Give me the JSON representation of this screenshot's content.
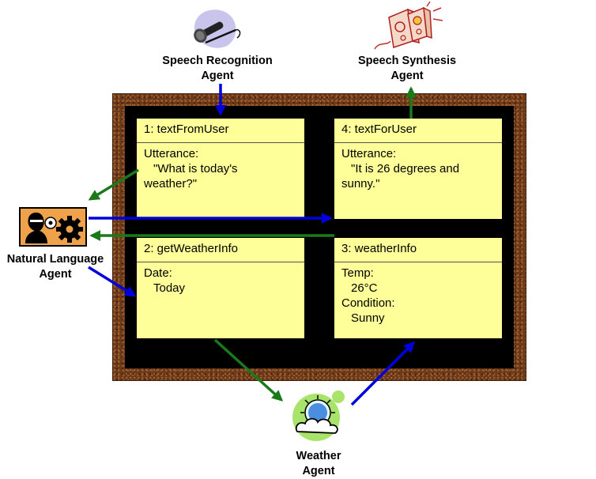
{
  "agents": {
    "speech_recognition": {
      "line1": "Speech Recognition",
      "line2": "Agent"
    },
    "speech_synthesis": {
      "line1": "Speech Synthesis",
      "line2": "Agent"
    },
    "natural_language": {
      "line1": "Natural Language",
      "line2": "Agent"
    },
    "weather": {
      "line1": "Weather",
      "line2": "Agent"
    }
  },
  "notes": {
    "text_from_user": {
      "title": "1: textFromUser",
      "key": "Utterance:",
      "value_line1": "\"What is today's",
      "value_line2": "weather?\""
    },
    "get_weather_info": {
      "title": "2: getWeatherInfo",
      "key": "Date:",
      "value": "Today"
    },
    "weather_info": {
      "title": "3: weatherInfo",
      "key1": "Temp:",
      "value1": "26°C",
      "key2": "Condition:",
      "value2": "Sunny"
    },
    "text_for_user": {
      "title": "4: textForUser",
      "key": "Utterance:",
      "value_line1": "\"It is 26 degrees and",
      "value_line2": "sunny.\""
    }
  },
  "colors": {
    "blue_arrow": "#0000dd",
    "green_arrow": "#1a7a1a",
    "note_fill": "#ffff99",
    "board_frame": "#6b3a1a",
    "board_inner": "#000000"
  },
  "icons": {
    "speech_recognition": "microphone-icon",
    "speech_synthesis": "speakers-icon",
    "natural_language": "person-gears-icon",
    "weather": "sun-cloud-icon"
  }
}
